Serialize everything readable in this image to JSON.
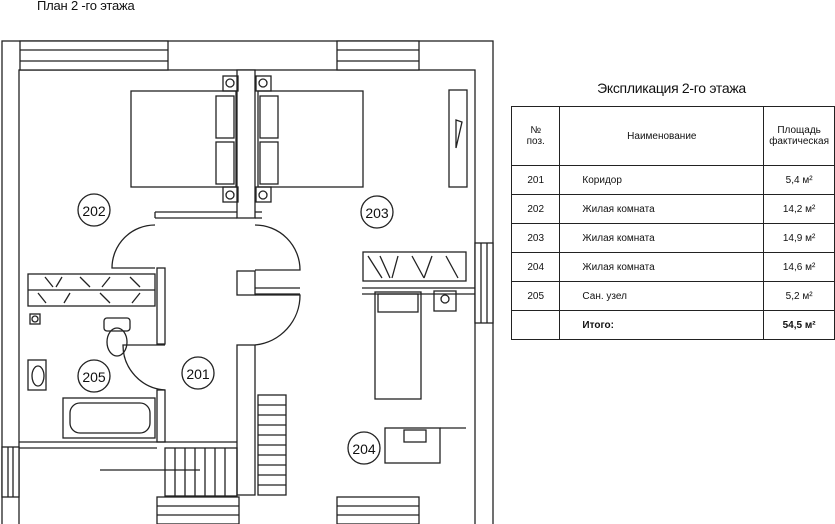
{
  "page": {
    "title": "План 2 -го этажа"
  },
  "rooms": [
    {
      "id": "202"
    },
    {
      "id": "203"
    },
    {
      "id": "205"
    },
    {
      "id": "201"
    },
    {
      "id": "204"
    }
  ],
  "explication": {
    "title": "Экспликация 2-го этажа",
    "headers": {
      "num_line1": "№",
      "num_line2": "поз.",
      "name": "Наименование",
      "area_line1": "Площадь",
      "area_line2": "фактическая"
    },
    "rows": [
      {
        "num": "201",
        "name": "Коридор",
        "area": "5,4 м²"
      },
      {
        "num": "202",
        "name": "Жилая комната",
        "area": "14,2 м²"
      },
      {
        "num": "203",
        "name": "Жилая комната",
        "area": "14,9 м²"
      },
      {
        "num": "204",
        "name": "Жилая комната",
        "area": "14,6 м²"
      },
      {
        "num": "205",
        "name": "Сан. узел",
        "area": "5,2 м²"
      }
    ],
    "total": {
      "num": "",
      "name": "Итого:",
      "area": "54,5 м²"
    }
  },
  "colors": {
    "lines": "#222222",
    "background": "#ffffff"
  }
}
